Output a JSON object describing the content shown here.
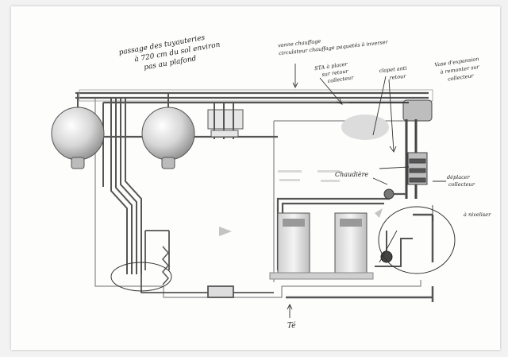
{
  "annotations": {
    "passage_line1": "passage des tuyauteries",
    "passage_line2": "à 720 cm du sol environ",
    "passage_line3": "pas au plafond",
    "vanne_line1": "vanne chauffage",
    "vanne_line2": "circulateur chauffage paquetés à inverser",
    "sonde_line1": "STA à placer",
    "sonde_line2": "sur retour",
    "sonde_line3": "collecteur",
    "clapet_line1": "clapet anti",
    "clapet_line2": "retour",
    "vase_line1": "Vase d'expansion",
    "vase_line2": "à remonter sur",
    "vase_line3": "collecteur",
    "chaudiere": "Chaudière",
    "deplacer_line1": "déplacer",
    "deplacer_line2": "collecteur",
    "nivelliser": "à niveliser",
    "te": "Té"
  },
  "colors": {
    "paper": "#fdfdfc",
    "ink": "#222222",
    "pipe": "#555555",
    "tank": "#c9c9c9"
  }
}
